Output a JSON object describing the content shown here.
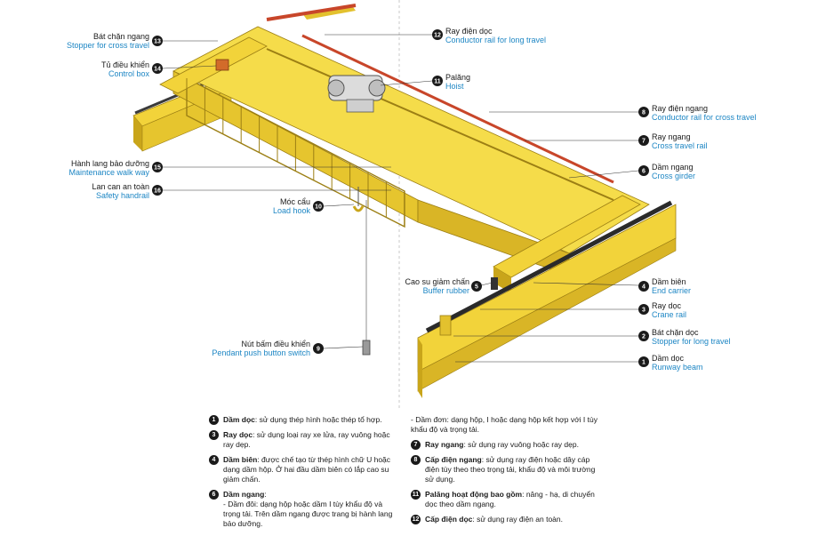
{
  "colors": {
    "yellow": "#f2d33a",
    "yellow_dark": "#c9a51a",
    "yellow_light": "#fbe56a",
    "rail_red": "#c8462a",
    "rail_dark": "#3a3a3a",
    "label_blue": "#1d86c4",
    "marker": "#1a1a1a"
  },
  "callouts": {
    "c13": {
      "num": "13",
      "vi": "Bát chặn ngang",
      "en": "Stopper for cross travel"
    },
    "c14": {
      "num": "14",
      "vi": "Tủ điều khiển",
      "en": "Control box"
    },
    "c15": {
      "num": "15",
      "vi": "Hành lang bảo dưỡng",
      "en": "Maintenance walk way"
    },
    "c16": {
      "num": "16",
      "vi": "Lan can an toàn",
      "en": "Safety handrail"
    },
    "c10": {
      "num": "10",
      "vi": "Móc cẩu",
      "en": "Load hook"
    },
    "c9": {
      "num": "9",
      "vi": "Nút bấm điều khiển",
      "en": "Pendant push button switch"
    },
    "c12": {
      "num": "12",
      "vi": "Ray điện dọc",
      "en": "Conductor rail for long travel"
    },
    "c11": {
      "num": "11",
      "vi": "Palăng",
      "en": "Hoist"
    },
    "c8": {
      "num": "8",
      "vi": "Ray điện ngang",
      "en": "Conductor rail for cross travel"
    },
    "c7": {
      "num": "7",
      "vi": "Ray ngang",
      "en": "Cross travel rail"
    },
    "c6": {
      "num": "6",
      "vi": "Dầm ngang",
      "en": "Cross girder"
    },
    "c5": {
      "num": "5",
      "vi": "Cao su giảm chấn",
      "en": "Buffer rubber"
    },
    "c4": {
      "num": "4",
      "vi": "Dầm biên",
      "en": "End carrier"
    },
    "c3": {
      "num": "3",
      "vi": "Ray dọc",
      "en": "Crane rail"
    },
    "c2": {
      "num": "2",
      "vi": "Bát chặn dọc",
      "en": "Stopper for long travel"
    },
    "c1": {
      "num": "1",
      "vi": "Dầm dọc",
      "en": "Runway beam"
    }
  },
  "notes_left": [
    {
      "num": "1",
      "title": "Dầm dọc",
      "text": ": sử dụng thép hình hoặc thép tổ hợp."
    },
    {
      "num": "3",
      "title": "Ray dọc",
      "text": ": sử dụng loại ray xe lửa, ray vuông hoặc ray dẹp."
    },
    {
      "num": "4",
      "title": "Dầm biên",
      "text": ": được chế tạo từ thép hình chữ U hoặc dạng dầm hộp. Ở hai đầu dầm biên có lắp cao su giảm chấn."
    },
    {
      "num": "6",
      "title": "Dầm ngang",
      "text": ":",
      "sub": "- Dầm đôi: dạng hộp hoặc dầm I tùy khẩu độ và trọng tải. Trên dầm ngang được trang bị hành lang bảo dưỡng."
    }
  ],
  "notes_right": [
    {
      "num": "",
      "title": "",
      "text": "- Dầm đơn: dạng hộp, I hoặc dạng hộp kết hợp với I tùy khẩu độ và trọng tải."
    },
    {
      "num": "7",
      "title": "Ray ngang",
      "text": ": sử dụng ray vuông hoặc ray dẹp."
    },
    {
      "num": "8",
      "title": "Cấp điện ngang",
      "text": ": sử dụng ray điện hoặc dây cáp điện tùy theo theo trọng tải, khẩu độ và môi trường sử dụng."
    },
    {
      "num": "11",
      "title": "Palăng hoạt động bao gồm",
      "text": ": nâng - hạ, di chuyển dọc theo dầm ngang."
    },
    {
      "num": "12",
      "title": "Cấp điện dọc",
      "text": ": sử dụng ray điện an toàn."
    }
  ]
}
